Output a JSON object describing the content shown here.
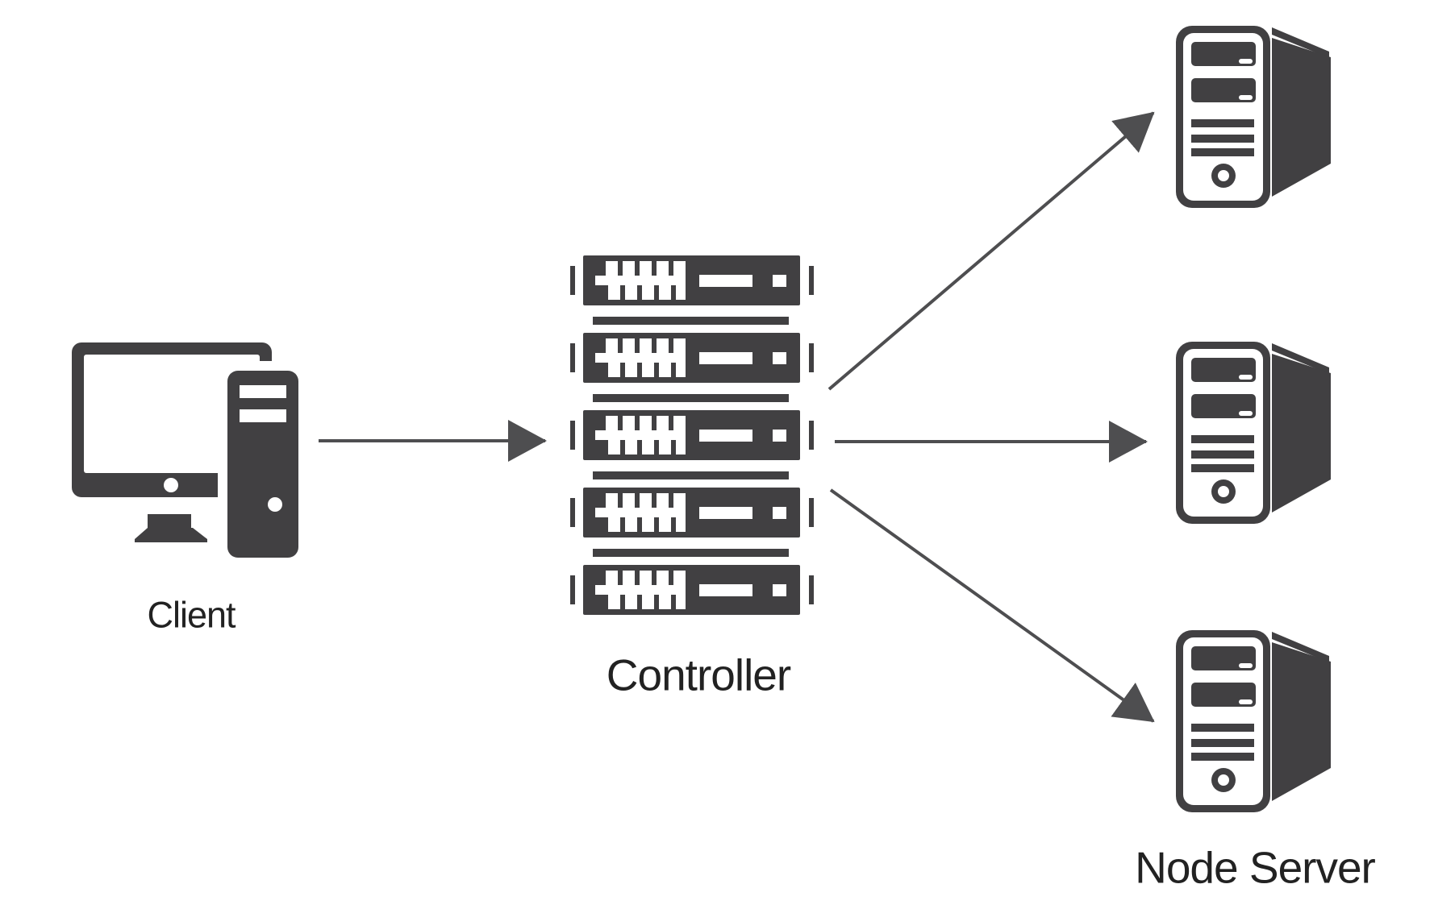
{
  "colors": {
    "background": "#ffffff",
    "icon": "#414042",
    "arrow": "#4e4e50",
    "label": "#222222"
  },
  "nodes": {
    "client": {
      "label": "Client",
      "icon": "desktop-computer-icon"
    },
    "controller": {
      "label": "Controller",
      "icon": "server-rack-stack-icon",
      "rack_units": 5
    },
    "node_server": {
      "label": "Node Server",
      "icon": "tower-server-icon",
      "count": 3
    }
  },
  "connections": [
    {
      "from": "client",
      "to": "controller",
      "style": "arrow"
    },
    {
      "from": "controller",
      "to": "node-server-top",
      "style": "arrow"
    },
    {
      "from": "controller",
      "to": "node-server-middle",
      "style": "arrow"
    },
    {
      "from": "controller",
      "to": "node-server-bottom",
      "style": "arrow"
    }
  ]
}
